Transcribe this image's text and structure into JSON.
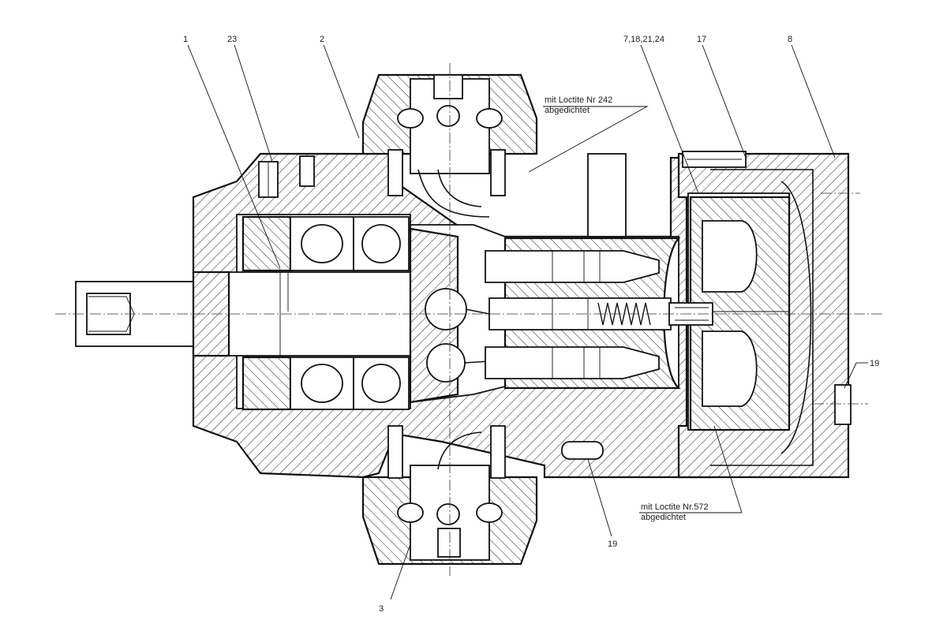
{
  "drawing": {
    "part_labels": {
      "p1": "1",
      "p23": "23",
      "p2": "2",
      "p7_18_21_24": "7,18,21,24",
      "p17": "17",
      "p8": "8",
      "p19_right": "19",
      "p19_bottom": "19",
      "p3": "3"
    },
    "notes": {
      "top_line1": "mit Loctite Nr 242",
      "top_line2": "abgedichtet",
      "bottom_line1": "mit Loctite Nr.572",
      "bottom_line2": "abgedichtet"
    },
    "colors": {
      "ink": "#111111",
      "paper": "#ffffff"
    }
  }
}
